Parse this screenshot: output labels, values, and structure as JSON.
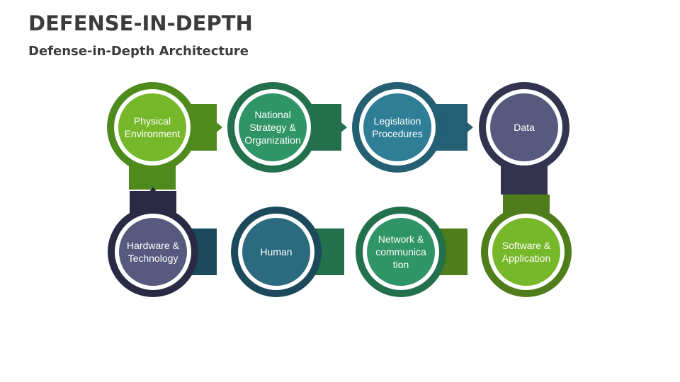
{
  "slide": {
    "title": "DEFENSE-IN-DEPTH",
    "subtitle": "Defense-in-Depth Architecture"
  },
  "colors": {
    "green_light": "#76b82a",
    "green_dark": "#4f8a1c",
    "teal_green": "#2f9566",
    "teal_green_dark": "#23704c",
    "teal": "#2e7e96",
    "teal_dark": "#245f73",
    "navy": "#3d3d5c",
    "navy_inner": "#58597f",
    "steel": "#1f5a6e",
    "steel_inner": "#2b6a7f",
    "olive": "#4f7d1c"
  },
  "stages": [
    {
      "lines": [
        "Physical",
        "Environment"
      ],
      "icon": "circle-node"
    },
    {
      "lines": [
        "National",
        "Strategy &",
        "Organization"
      ],
      "icon": "circle-node"
    },
    {
      "lines": [
        "Legislation",
        "Procedures"
      ],
      "icon": "circle-node"
    },
    {
      "lines": [
        "Data"
      ],
      "icon": "circle-node"
    },
    {
      "lines": [
        "Software &",
        "Application"
      ],
      "icon": "circle-node"
    },
    {
      "lines": [
        "Network  &",
        "communica",
        "tion"
      ],
      "icon": "circle-node"
    },
    {
      "lines": [
        "Human"
      ],
      "icon": "circle-node"
    },
    {
      "lines": [
        "Hardware &",
        "Technology"
      ],
      "icon": "circle-node"
    }
  ]
}
